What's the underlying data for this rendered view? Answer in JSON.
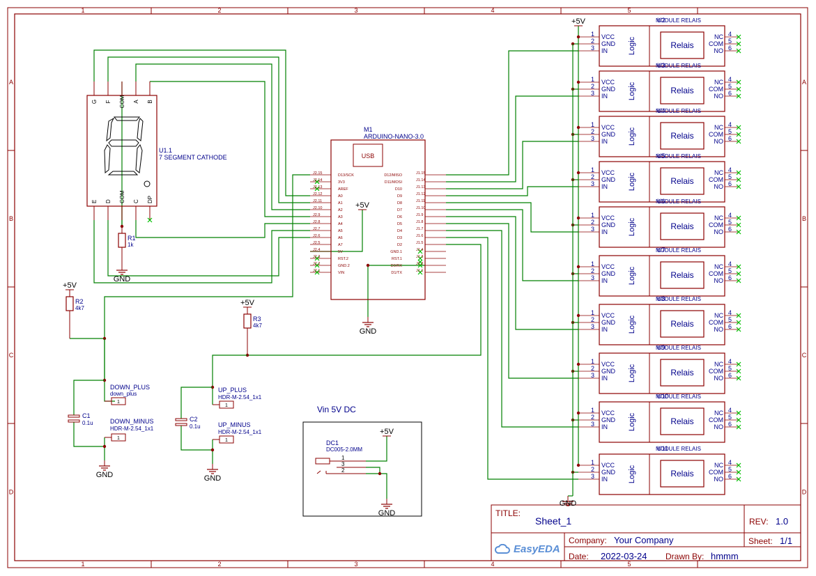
{
  "border": {
    "cols": [
      "1",
      "2",
      "3",
      "4",
      "5"
    ],
    "rows": [
      "A",
      "B",
      "C",
      "D"
    ]
  },
  "colors": {
    "wire": "#008000",
    "frame": "#8b0000",
    "part": "#8b0000",
    "text": "#00008b",
    "pin": "#8b0000",
    "noconnect": "#00c000"
  },
  "power": {
    "vcc_label": "+5V",
    "gnd_label": "GND"
  },
  "display": {
    "ref": "U1.1",
    "name": "7 SEGMENT CATHODE",
    "top_pins": [
      "G",
      "F",
      "COM",
      "A",
      "B"
    ],
    "bottom_pins": [
      "E",
      "D",
      "COM",
      "C",
      "DP"
    ]
  },
  "arduino": {
    "ref": "M1",
    "name": "ARDUINO-NANO-3.0",
    "usb": "USB",
    "left_pins": [
      "D13/SCK",
      "3V3",
      "AREF",
      "A0",
      "A1",
      "A2",
      "A3",
      "A4",
      "A5",
      "A6",
      "A7",
      "5V",
      "RST.2",
      "GND.2",
      "VIN"
    ],
    "left_nums": [
      "J2.15",
      "J2.14",
      "J2.13",
      "J2.12",
      "J2.11",
      "J2.10",
      "J2.9",
      "J2.8",
      "J2.7",
      "J2.6",
      "J2.5",
      "J2.4",
      "J2.3",
      "J2.2",
      "J2.1"
    ],
    "right_pins": [
      "D12/MISO",
      "D11/MOSI",
      "D10",
      "D9",
      "D8",
      "D7",
      "D6",
      "D5",
      "D4",
      "D3",
      "D2",
      "GND.1",
      "RST.1",
      "D0/RX",
      "D1/TX"
    ],
    "right_nums": [
      "J1.15",
      "J1.14",
      "J1.13",
      "J1.12",
      "J1.11",
      "J1.10",
      "J1.9",
      "J1.8",
      "J1.7",
      "J1.6",
      "J1.5",
      "J1.4",
      "J1.3",
      "J1.2",
      "J1.1"
    ]
  },
  "relays": [
    {
      "ref": "U2",
      "name": "MODULE RELAIS"
    },
    {
      "ref": "U3",
      "name": "MODULE RELAIS"
    },
    {
      "ref": "U4",
      "name": "MODULE RELAIS"
    },
    {
      "ref": "U5",
      "name": "MODULE RELAIS"
    },
    {
      "ref": "U6",
      "name": "MODULE RELAIS"
    },
    {
      "ref": "U7",
      "name": "MODULE RELAIS"
    },
    {
      "ref": "U8",
      "name": "MODULE RELAIS"
    },
    {
      "ref": "U9",
      "name": "MODULE RELAIS"
    },
    {
      "ref": "U10",
      "name": "MODULE RELAIS"
    },
    {
      "ref": "U11",
      "name": "MODULE RELAIS"
    }
  ],
  "relay_pins": {
    "left_names": [
      "VCC",
      "GND",
      "IN"
    ],
    "left_nums": [
      "1",
      "2",
      "3"
    ],
    "right_names": [
      "NC",
      "COM",
      "NO"
    ],
    "right_nums": [
      "4",
      "5",
      "6"
    ],
    "logic": "Logic",
    "relais": "Relais"
  },
  "r1": {
    "ref": "R1",
    "value": "1k"
  },
  "r2": {
    "ref": "R2",
    "value": "4k7"
  },
  "r3": {
    "ref": "R3",
    "value": "4k7"
  },
  "c1": {
    "ref": "C1",
    "value": "0.1u"
  },
  "c2": {
    "ref": "C2",
    "value": "0.1u"
  },
  "headers": {
    "down_plus": {
      "name": "DOWN_PLUS",
      "value": "down_plus",
      "pin": "1"
    },
    "down_minus": {
      "name": "DOWN_MINUS",
      "value": "HDR-M-2.54_1x1",
      "pin": "1"
    },
    "up_plus": {
      "name": "UP_PLUS",
      "value": "HDR-M-2.54_1x1",
      "pin": "1"
    },
    "up_minus": {
      "name": "UP_MINUS",
      "value": "HDR-M-2.54_1x1",
      "pin": "1"
    }
  },
  "vin": {
    "title": "Vin 5V DC",
    "ref": "DC1",
    "name": "DC005-2.0MM",
    "pins": [
      "1",
      "3",
      "2"
    ]
  },
  "titleblock": {
    "title_label": "TITLE:",
    "title": "Sheet_1",
    "rev_label": "REV:",
    "rev": "1.0",
    "company_label": "Company:",
    "company": "Your Company",
    "sheet_label": "Sheet:",
    "sheet": "1/1",
    "date_label": "Date:",
    "date": "2022-03-24",
    "drawn_label": "Drawn By:",
    "drawn": "hmmm",
    "logo": "EasyEDA"
  }
}
